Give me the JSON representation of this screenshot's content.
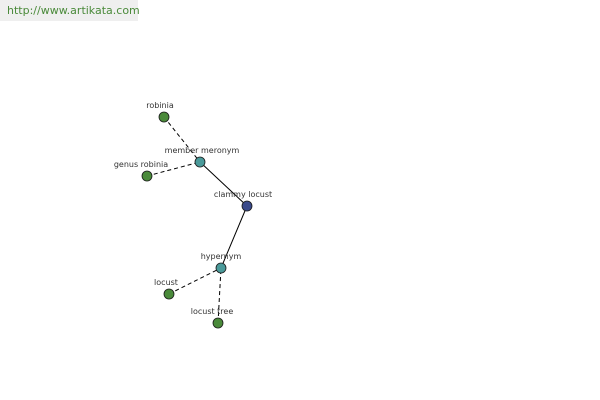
{
  "header": {
    "url": "http://www.artikata.com"
  },
  "colors": {
    "leaf": "#4a8a3a",
    "relation": "#4a9a9a",
    "center": "#3a4a8a",
    "edge": "#000000",
    "url_text": "#4a8a3a",
    "url_bg": "#efefef"
  },
  "graph": {
    "nodes": [
      {
        "id": "robinia",
        "label": "robinia",
        "kind": "leaf"
      },
      {
        "id": "member-meronym",
        "label": "member meronym",
        "kind": "relation"
      },
      {
        "id": "genus-robinia",
        "label": "genus robinia",
        "kind": "leaf"
      },
      {
        "id": "clammy-locust",
        "label": "clammy locust",
        "kind": "center"
      },
      {
        "id": "hypernym",
        "label": "hypernym",
        "kind": "relation"
      },
      {
        "id": "locust",
        "label": "locust",
        "kind": "leaf"
      },
      {
        "id": "locust-tree",
        "label": "locust tree",
        "kind": "leaf"
      }
    ],
    "edges": [
      {
        "from": "member-meronym",
        "to": "clammy-locust",
        "style": "solid"
      },
      {
        "from": "hypernym",
        "to": "clammy-locust",
        "style": "solid"
      },
      {
        "from": "robinia",
        "to": "member-meronym",
        "style": "dashed"
      },
      {
        "from": "genus-robinia",
        "to": "member-meronym",
        "style": "dashed"
      },
      {
        "from": "locust",
        "to": "hypernym",
        "style": "dashed"
      },
      {
        "from": "locust-tree",
        "to": "hypernym",
        "style": "dashed"
      }
    ]
  }
}
